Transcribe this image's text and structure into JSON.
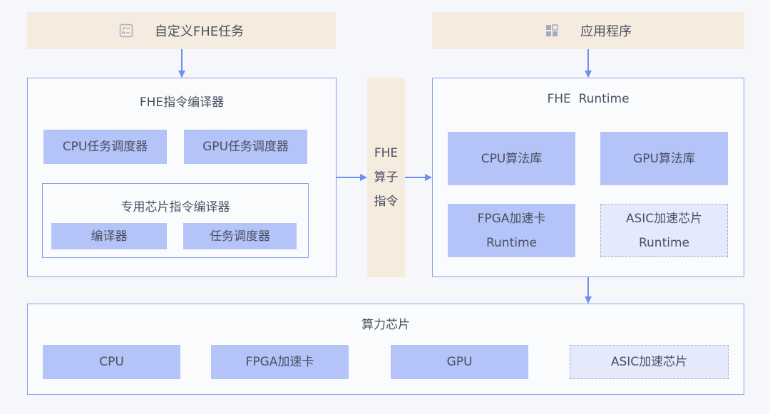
{
  "top": {
    "custom_task": {
      "label": "自定义FHE任务",
      "icon": "checklist-icon"
    },
    "application": {
      "label": "应用程序",
      "icon": "app-grid-icon"
    }
  },
  "compiler": {
    "title": "FHE指令编译器",
    "cpu_scheduler": "CPU任务调度器",
    "gpu_scheduler": "GPU任务调度器",
    "asic_compiler": {
      "title": "专用芯片指令编译器",
      "compiler": "编译器",
      "scheduler": "任务调度器"
    }
  },
  "operator": {
    "lines": [
      "FHE",
      "算子",
      "指令"
    ]
  },
  "runtime": {
    "title": "FHE  Runtime",
    "cpu_lib": "CPU算法库",
    "gpu_lib": "GPU算法库",
    "fpga_runtime": {
      "line1": "FPGA加速卡",
      "line2": "Runtime"
    },
    "asic_runtime": {
      "line1": "ASIC加速芯片",
      "line2": "Runtime"
    }
  },
  "chips": {
    "title": "算力芯片",
    "items": [
      "CPU",
      "FPGA加速卡",
      "GPU",
      "ASIC加速芯片"
    ]
  },
  "colors": {
    "accent_arrow": "#6e8ef5",
    "frame_border": "#8aa0f0",
    "block_fill": "#b4c3f8",
    "dashed_fill": "#e4e9fb",
    "top_fill": "#f6ebdf"
  }
}
